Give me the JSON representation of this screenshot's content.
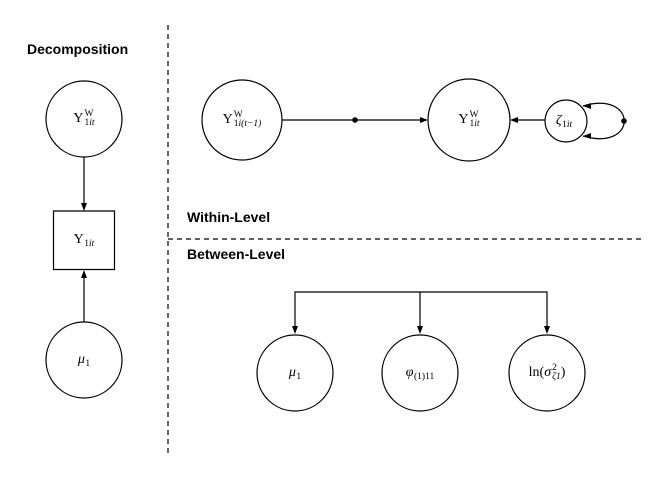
{
  "headers": {
    "decomposition": "Decomposition",
    "within": "Within-Level",
    "between": "Between-Level"
  },
  "nodes": {
    "y_decomp_within": {
      "base": "Y",
      "sup": "W",
      "sub_num": "1",
      "sub_it": "it"
    },
    "y_observed": {
      "base": "Y",
      "sub_num": "1",
      "sub_it": "it"
    },
    "mu_decomp": {
      "base": "μ",
      "sub_num": "1"
    },
    "y_lag": {
      "base": "Y",
      "sup": "W",
      "sub_num": "1",
      "sub_it": "i(t−1)"
    },
    "y_within": {
      "base": "Y",
      "sup": "W",
      "sub_num": "1",
      "sub_it": "it"
    },
    "zeta": {
      "base": "ζ",
      "sub_num": "1",
      "sub_it": "it"
    },
    "mu_between": {
      "base": "μ",
      "sub_num": "1"
    },
    "phi_between": {
      "base": "φ",
      "sub": "(1)11"
    },
    "ln_sigma_zeta": {
      "pre": "ln(",
      "base": "σ",
      "sup": "2",
      "sub": "ζ1",
      "post": ")"
    }
  },
  "colors": {
    "line": "#000000",
    "background": "#ffffff",
    "text": "#000000"
  }
}
